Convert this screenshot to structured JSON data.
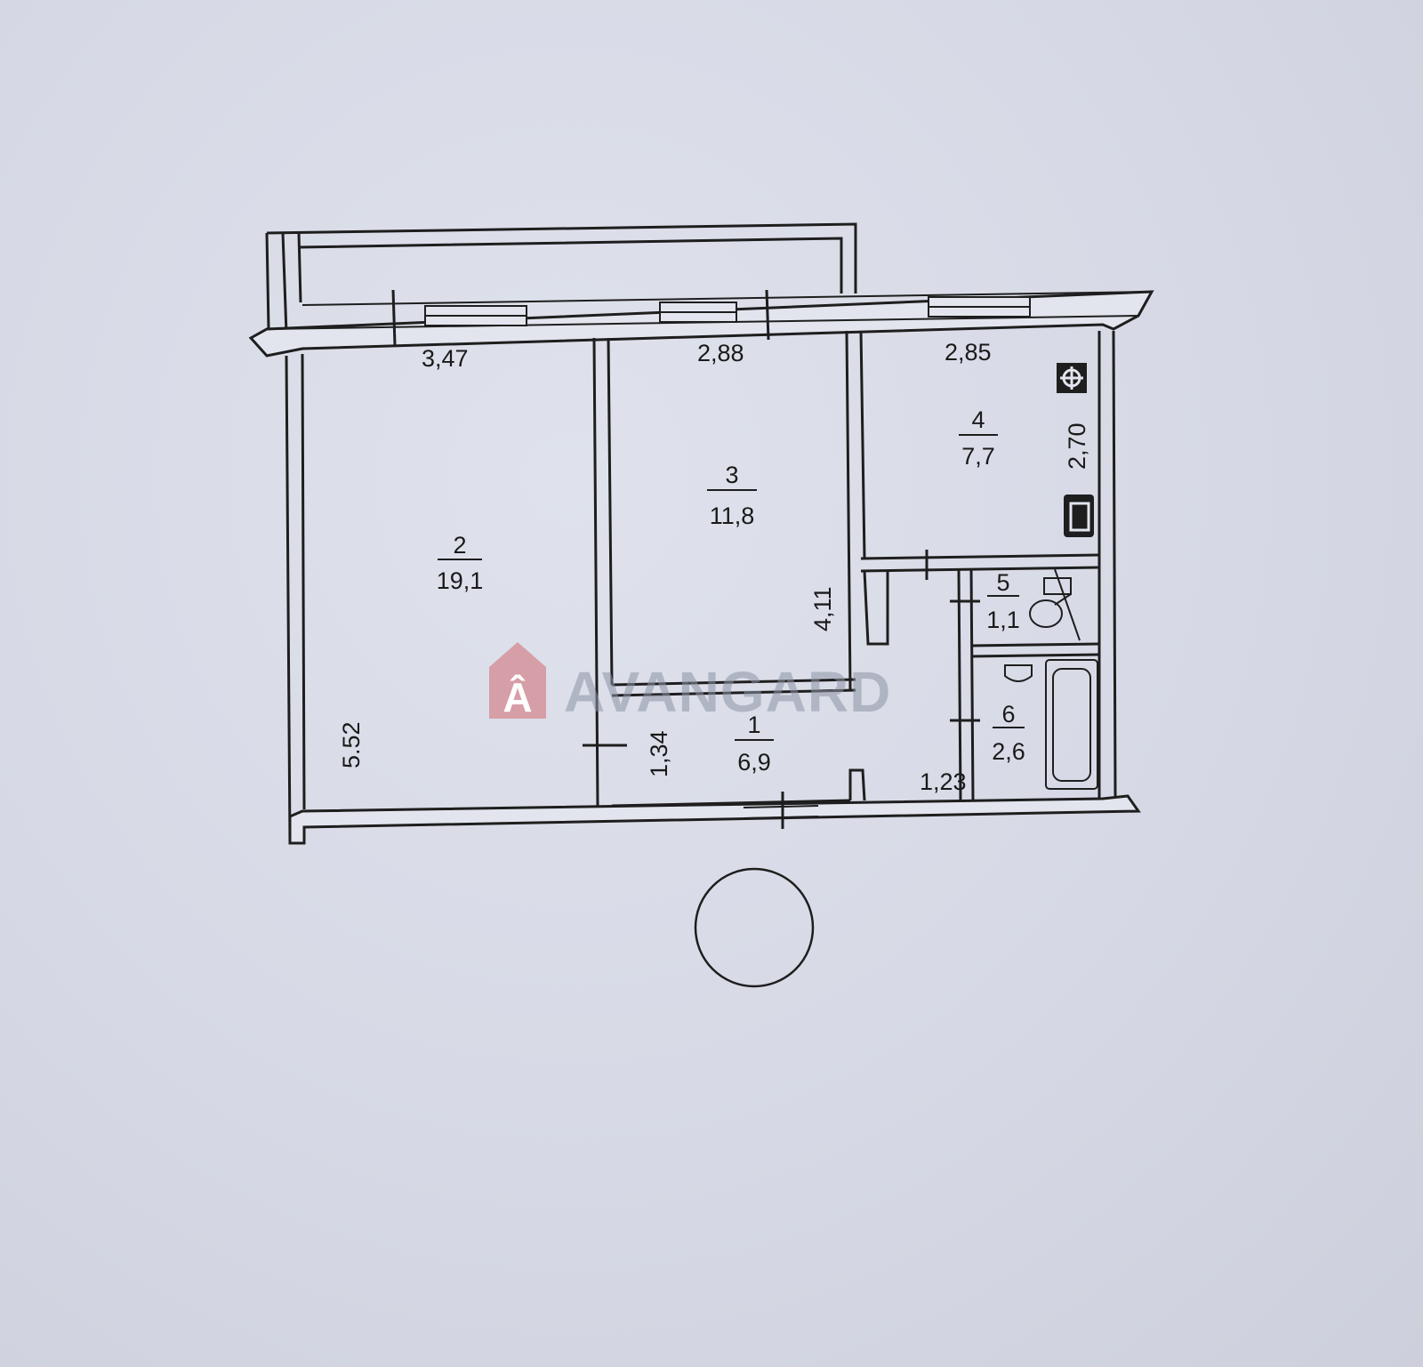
{
  "watermark": {
    "text": "AVANGARD",
    "logo_letter": "Â"
  },
  "rooms": [
    {
      "number": "1",
      "area": "6,9"
    },
    {
      "number": "2",
      "area": "19,1"
    },
    {
      "number": "3",
      "area": "11,8"
    },
    {
      "number": "4",
      "area": "7,7"
    },
    {
      "number": "5",
      "area": "1,1"
    },
    {
      "number": "6",
      "area": "2,6"
    }
  ],
  "dimensions": {
    "room2_width": "3,47",
    "room3_width": "2,88",
    "room4_width": "2,85",
    "room4_depth": "2,70",
    "room3_depth": "4,11",
    "room2_depth": "5.52",
    "corridor_depth": "1,34",
    "bath_block_width": "1,23"
  },
  "fixtures": {
    "stove_icon": "stove-icon",
    "sink_icon": "kitchen-sink-icon",
    "toilet_icon": "toilet-icon",
    "washbasin_icon": "washbasin-icon",
    "bathtub_icon": "bathtub-icon"
  },
  "stamp": {
    "shape": "circle",
    "content": ""
  }
}
